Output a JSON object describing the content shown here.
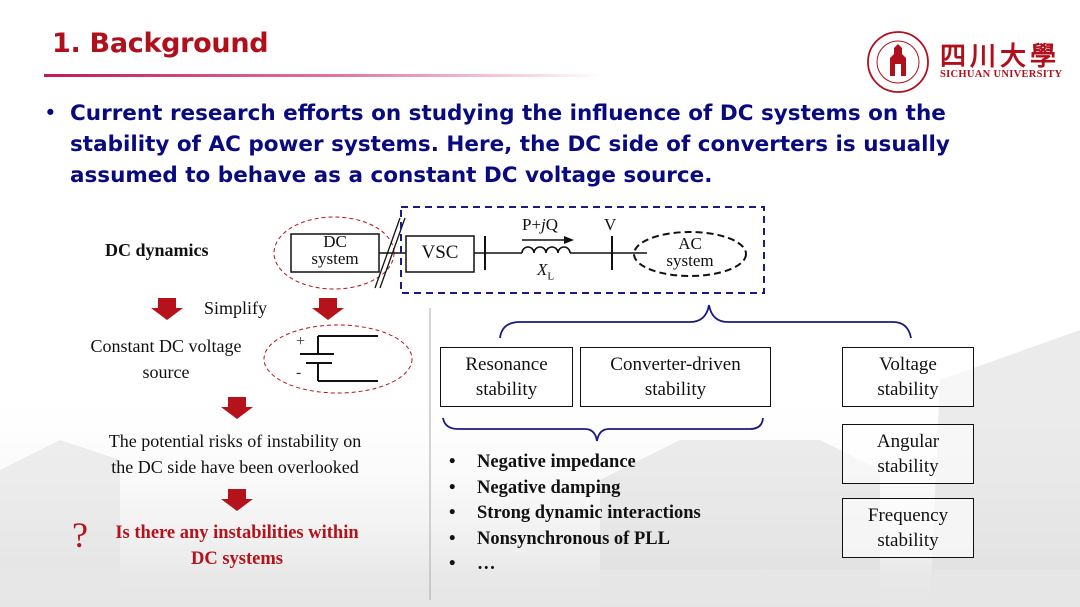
{
  "slide": {
    "title": "1. Background",
    "logo": {
      "seal_icon": "university-seal-icon",
      "name_cn": "四川大學",
      "name_en": "SICHUAN UNIVERSITY"
    },
    "bullet_symbol": "•",
    "bullet_text": "Current research efforts on studying the influence of DC systems on the stability of AC power systems. Here, the DC side of converters is usually assumed to behave as a constant DC voltage source."
  },
  "diagram": {
    "dc_dynamics_label": "DC dynamics",
    "dc_system_line1": "DC",
    "dc_system_line2": "system",
    "vsc_label": "VSC",
    "power_label_p": "P+",
    "power_label_j": "j",
    "power_label_q": "Q",
    "voltage_label": "V",
    "reactance_label": "X",
    "reactance_sub": "L",
    "ac_system_line1": "AC",
    "ac_system_line2": "system",
    "simplify_label": "Simplify",
    "plus_sign": "+",
    "minus_sign": "-",
    "constant_source_line1": "Constant DC voltage",
    "constant_source_line2": "source",
    "risk_line1": "The potential risks of instability on",
    "risk_line2": "the DC side have been overlooked",
    "question_mark": "?",
    "question_line1": "Is there any instabilities within",
    "question_line2": "DC systems"
  },
  "stability": {
    "boxes": [
      {
        "line1": "Resonance",
        "line2": "stability"
      },
      {
        "line1": "Converter-driven",
        "line2": "stability"
      },
      {
        "line1": "Voltage",
        "line2": "stability"
      },
      {
        "line1": "Angular",
        "line2": "stability"
      },
      {
        "line1": "Frequency",
        "line2": "stability"
      }
    ],
    "bullet_symbol": "•",
    "causes": [
      "Negative impedance",
      "Negative damping",
      "Strong dynamic interactions",
      "Nonsynchronous of PLL",
      "…"
    ]
  },
  "colors": {
    "title_red": "#b0101c",
    "bullet_blue": "#0a0a80",
    "arrow_red": "#b5121b",
    "brace_blue": "#1a1a80"
  }
}
